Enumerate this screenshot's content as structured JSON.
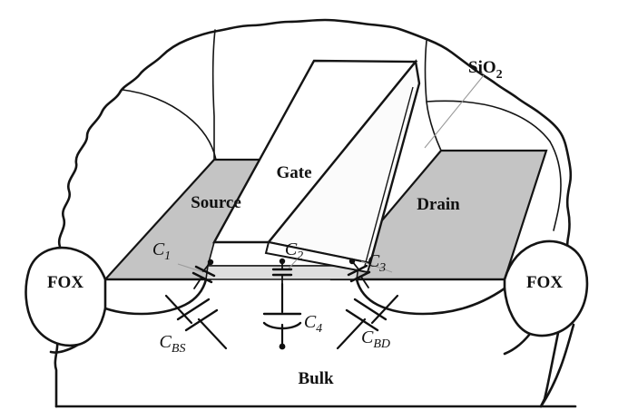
{
  "figure": {
    "kind": "mosfet-parasitic-capacitance-3d-diagram",
    "background": "#ffffff",
    "ink": "#141414"
  },
  "colors": {
    "diffusion_gray": "#c4c4c4",
    "oxide_gray": "#dedede",
    "gate_white": "#ffffff",
    "leader_gray": "#9a9a9a",
    "stroke": "#141414"
  },
  "regions": {
    "bulk_label": "Bulk",
    "source_label": "Source",
    "gate_label": "Gate",
    "drain_label": "Drain",
    "oxide_label": "SiO",
    "oxide_label_sub": "2",
    "fox_left_label": "FOX",
    "fox_right_label": "FOX"
  },
  "capacitors": [
    {
      "id": "C1",
      "base": "C",
      "sub": "1",
      "desc": "source-overlap-capacitance"
    },
    {
      "id": "C2",
      "base": "C",
      "sub": "2",
      "desc": "gate-channel-capacitance"
    },
    {
      "id": "C3",
      "base": "C",
      "sub": "3",
      "desc": "drain-overlap-capacitance"
    },
    {
      "id": "C4",
      "base": "C",
      "sub": "4",
      "desc": "channel-bulk-capacitance"
    },
    {
      "id": "CBS",
      "base": "C",
      "sub": "BS",
      "desc": "bulk-source-junction-capacitance"
    },
    {
      "id": "CBD",
      "base": "C",
      "sub": "BD",
      "desc": "bulk-drain-junction-capacitance"
    }
  ]
}
